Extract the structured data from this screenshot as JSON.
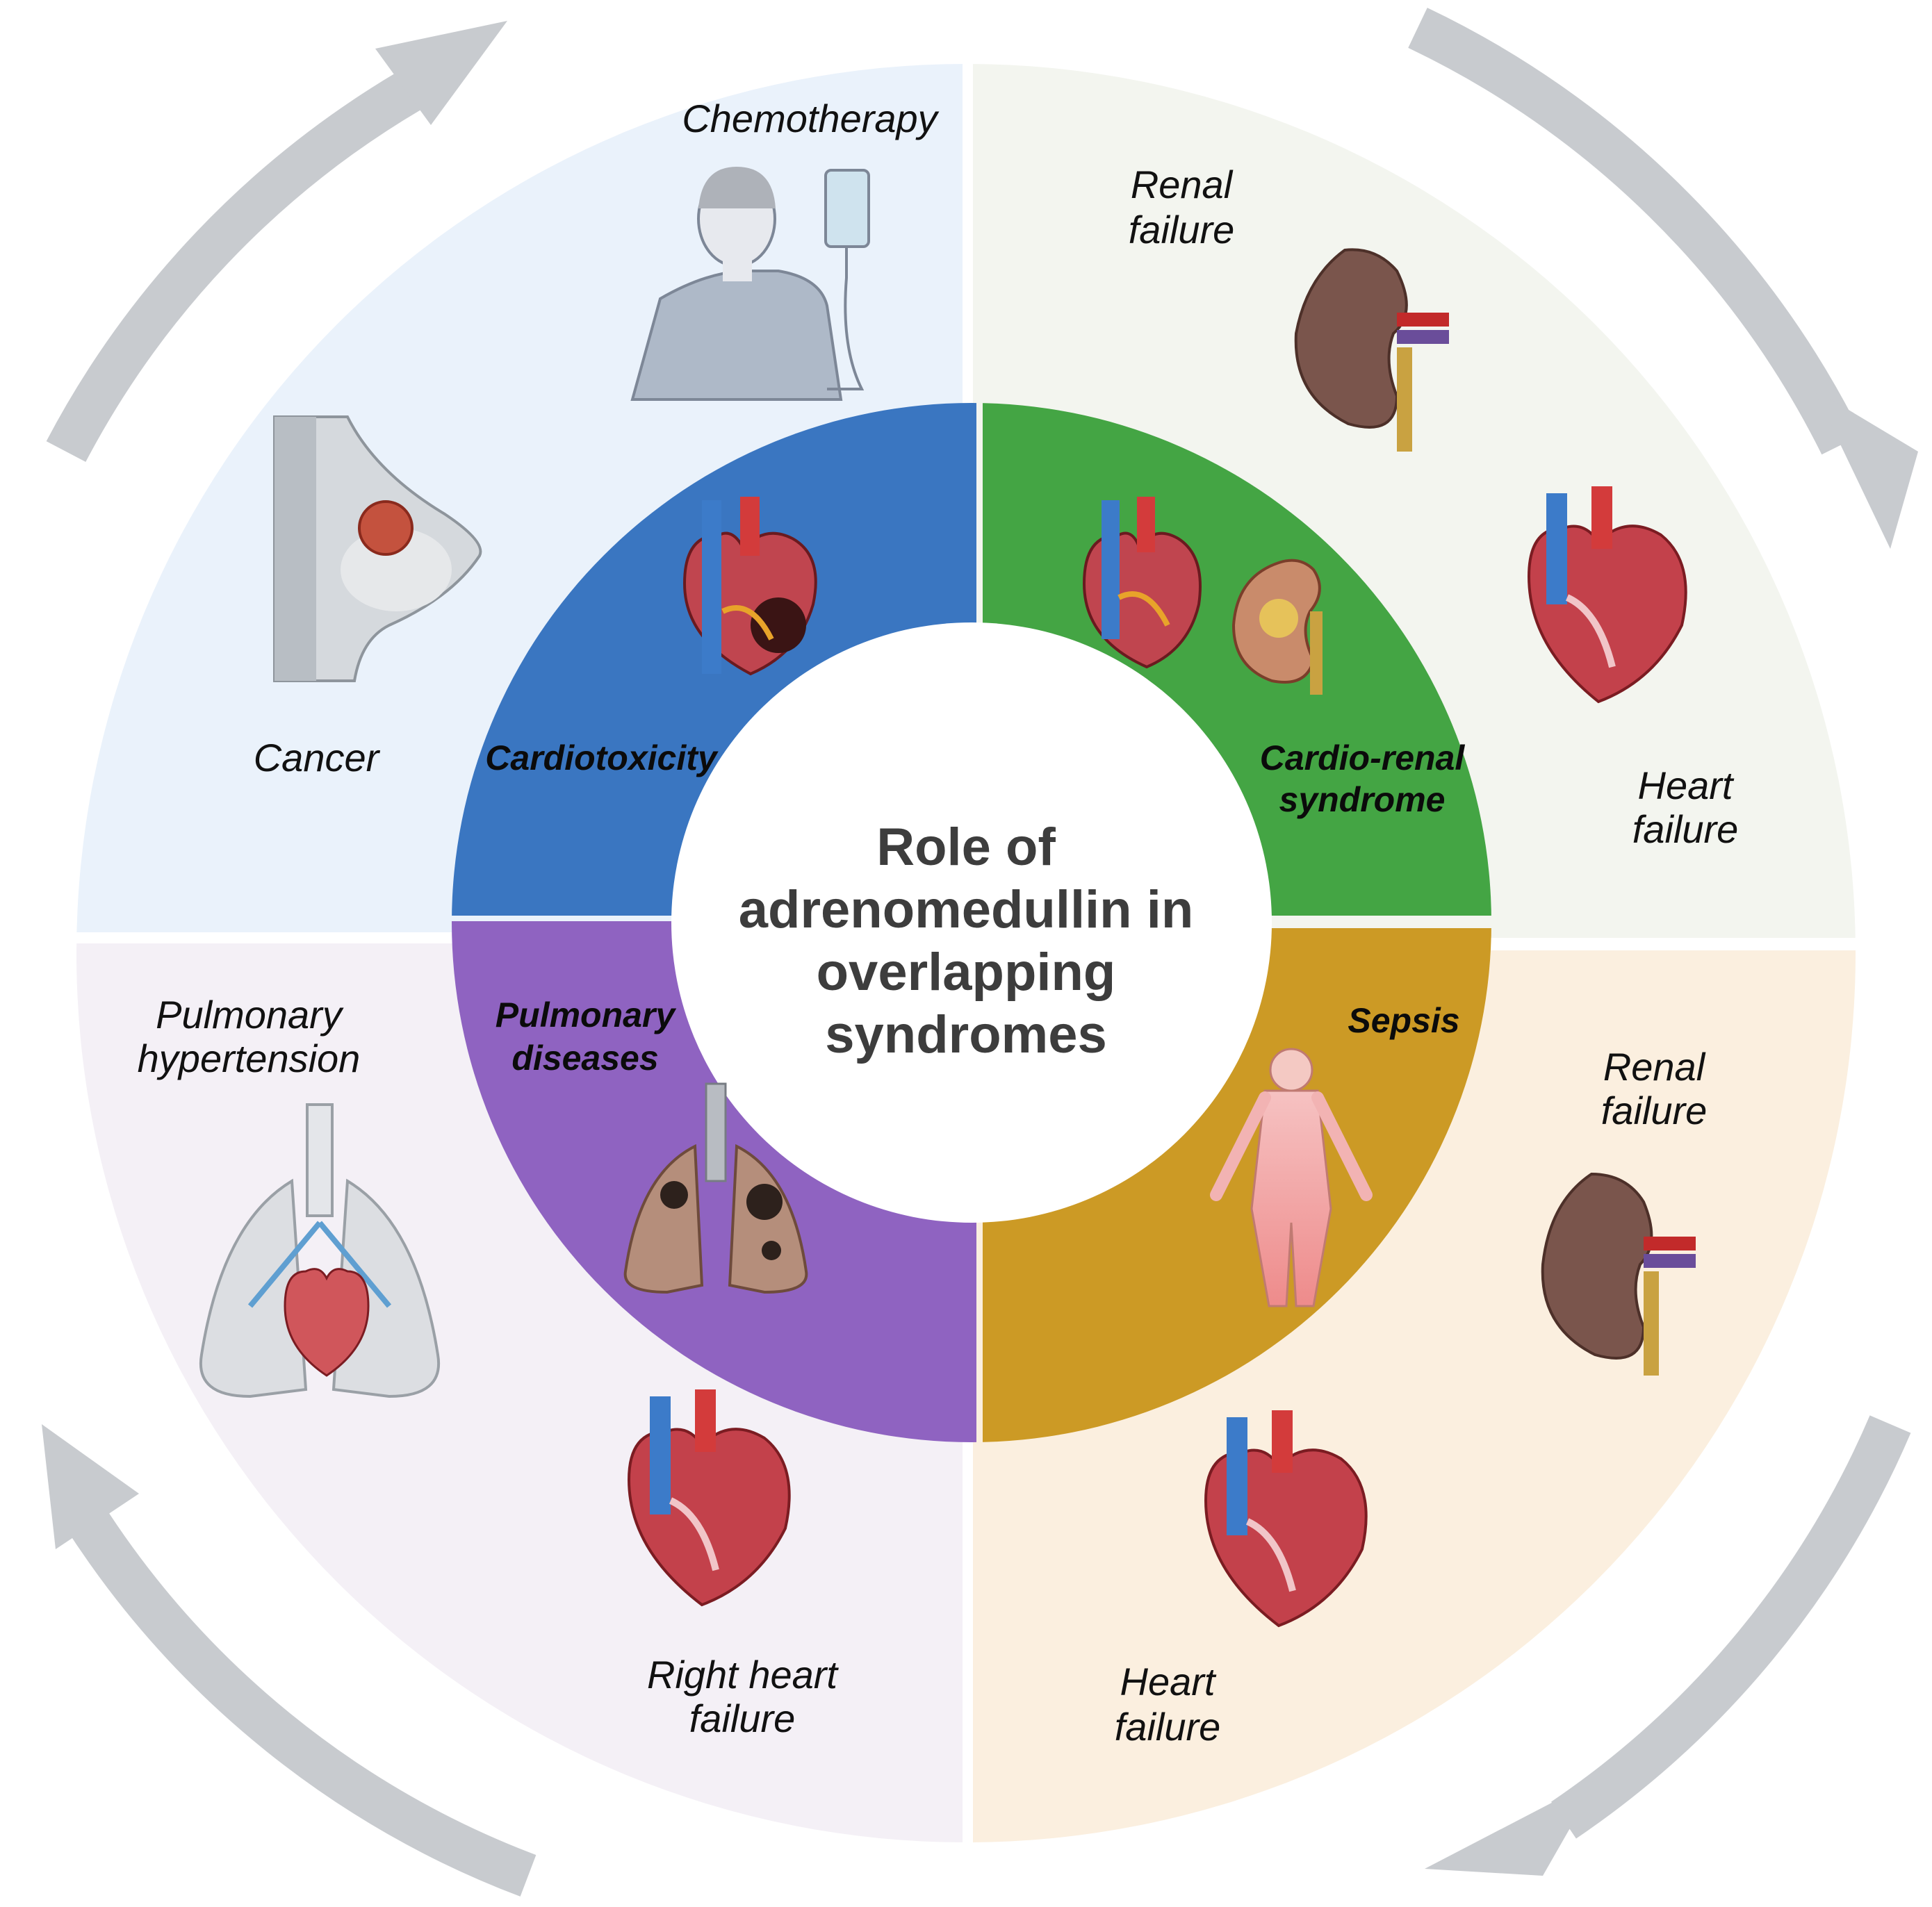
{
  "title": {
    "lines": [
      "Role of",
      "adrenomedullin in",
      "overlapping",
      "syndromes"
    ]
  },
  "colors": {
    "outer_top_left": "#eaf2fb",
    "outer_top_right": "#f3f5ef",
    "outer_bottom_right": "#fbefdf",
    "outer_bottom_left": "#f4f0f6",
    "inner_top_left": "#3a76c1",
    "inner_top_right": "#44a544",
    "inner_bottom_right": "#cc9a25",
    "inner_bottom_left": "#8f63c1",
    "arrow": "#c8cbcf"
  },
  "outer": {
    "top_left": {
      "top_label": "Chemotherapy",
      "bottom_label": "Cancer",
      "icons": [
        "patient-iv-drip-icon",
        "breast-tumor-icon"
      ]
    },
    "top_right": {
      "top_label": [
        "Renal",
        "failure"
      ],
      "bottom_label": [
        "Heart",
        "failure"
      ],
      "icons": [
        "kidney-icon",
        "heart-icon"
      ]
    },
    "bottom_right": {
      "top_label": [
        "Renal",
        "failure"
      ],
      "bottom_label": [
        "Heart",
        "failure"
      ],
      "icons": [
        "kidney-icon",
        "heart-icon"
      ]
    },
    "bottom_left": {
      "top_label": [
        "Pulmonary",
        "hypertension"
      ],
      "bottom_label": [
        "Right heart",
        "failure"
      ],
      "icons": [
        "lungs-heart-icon",
        "heart-icon"
      ]
    }
  },
  "inner": {
    "top_left": {
      "label": "Cardiotoxicity",
      "icons": [
        "damaged-heart-icon"
      ]
    },
    "top_right": {
      "label": [
        "Cardio-renal",
        "syndrome"
      ],
      "icons": [
        "heart-icon",
        "kidney-section-icon"
      ]
    },
    "bottom_right": {
      "label": "Sepsis",
      "icons": [
        "human-body-icon"
      ]
    },
    "bottom_left": {
      "label": [
        "Pulmonary",
        "diseases"
      ],
      "icons": [
        "diseased-lungs-icon"
      ]
    }
  }
}
